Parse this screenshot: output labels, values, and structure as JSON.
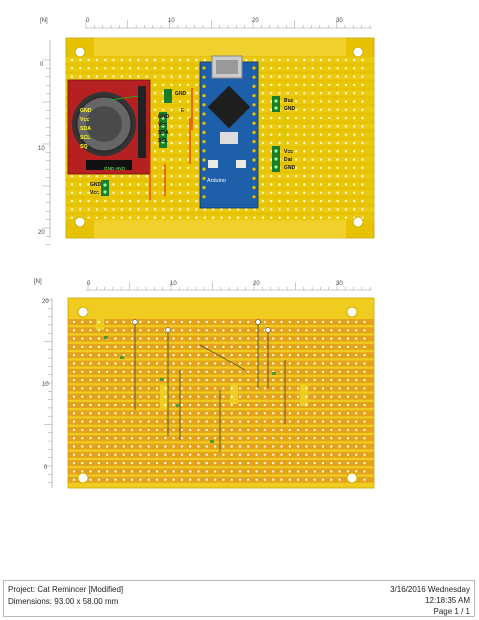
{
  "top_view": {
    "unit_label": "[N]",
    "h_ticks": [
      "0",
      "10",
      "20",
      "30"
    ],
    "v_ticks": [
      "0",
      "10",
      "20"
    ],
    "rtc_labels": [
      "GND",
      "Vcc",
      "SDA",
      "SCL",
      "SQ"
    ],
    "rtc_bottom_label": "GND ANO",
    "gnd_label_upper": "GND",
    "left_header_labels": [
      "GND",
      "Vcc",
      "SDA",
      "SCL"
    ],
    "small_e_label": "E",
    "bottom_left_labels": [
      "GND",
      "Vcc"
    ],
    "right_top_labels": [
      "Buz",
      "GND"
    ],
    "right_bottom_labels": [
      "Vcc",
      "Dat",
      "GND"
    ],
    "arduino_text": "Arduino",
    "board_color": "#e6c200",
    "pcb_color": "#f6d31b"
  },
  "bottom_view": {
    "unit_label": "[N]",
    "h_ticks": [
      "0",
      "10",
      "20",
      "30"
    ],
    "v_ticks": [
      "20",
      "10",
      "0"
    ],
    "board_color": "#e0a018"
  },
  "footer": {
    "project": "Project: Cat Remincer [Modified]",
    "dimensions": "Dimensions: 93.00 x 58.00 mm",
    "date": "3/16/2016 Wednesday",
    "time": "12:18:35 AM",
    "page": "Page 1 / 1"
  }
}
